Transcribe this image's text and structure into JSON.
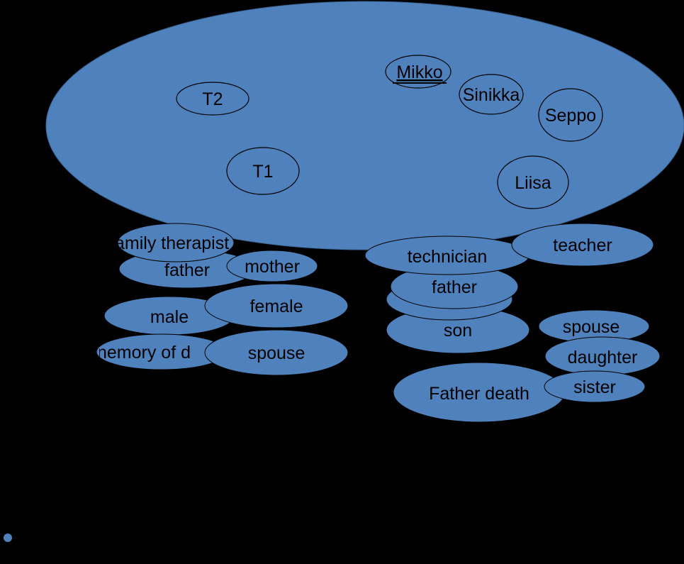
{
  "colors": {
    "background": "#000000",
    "fill": "#4f81bd",
    "outline": "#000000",
    "text": "#000000"
  },
  "persons": {
    "t2": "T2",
    "t1": "T1",
    "mikko": "Mikko",
    "sinikka": "Sinikka",
    "seppo": "Seppo",
    "liisa": "Liisa"
  },
  "left_roles": {
    "family_therapist": "amily therapist",
    "father": "father",
    "mother": "mother",
    "female": "female",
    "male": "male",
    "memory": "nemory of d",
    "spouse": "spouse"
  },
  "right_roles": {
    "technician": "technician",
    "teacher": "teacher",
    "father": "father",
    "son": "son",
    "spouse": "spouse",
    "daughter": "daughter",
    "father_death": "Father death",
    "sister": "sister"
  }
}
